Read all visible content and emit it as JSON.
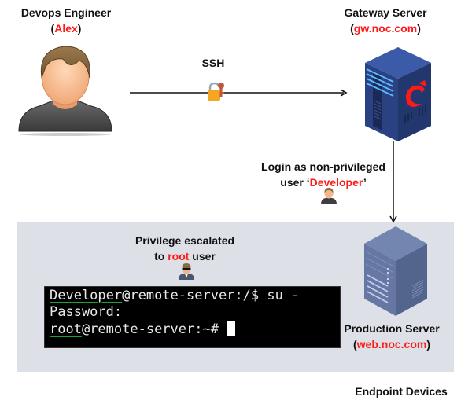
{
  "actors": {
    "engineer": {
      "title": "Devops Engineer",
      "name_open": "(",
      "name": "Alex",
      "name_close": ")"
    },
    "gateway": {
      "title": "Gateway Server",
      "host_open": "(",
      "host": "gw.noc.com",
      "host_close": ")"
    },
    "production": {
      "title": "Production Server",
      "host_open": "(",
      "host": "web.noc.com",
      "host_close": ")"
    }
  },
  "connections": {
    "ssh": {
      "label": "SSH",
      "icon": "lock-key-icon"
    },
    "login": {
      "line1": "Login as non-privileged",
      "line2_prefix": "user ‘",
      "user": "Developer",
      "line2_suffix": "’",
      "icon": "user-icon"
    }
  },
  "escalation": {
    "line1": "Privilege escalated",
    "line2_prefix": "to ",
    "user": "root",
    "line2_suffix": " user",
    "icon": "spy-agent-icon"
  },
  "terminal": {
    "lines": [
      {
        "user": "Developer",
        "rest": "@remote-server:/$ su -"
      },
      {
        "text": "Password:"
      },
      {
        "user": "root",
        "rest": "@remote-server:~# "
      }
    ]
  },
  "zone": {
    "label": "Endpoint Devices"
  },
  "colors": {
    "highlight": "#ff1a1a",
    "zone_bg": "#dde0e6",
    "underline": "#18a23c",
    "server_gateway": "#2e4a8e",
    "server_production": "#6a7ca3"
  }
}
